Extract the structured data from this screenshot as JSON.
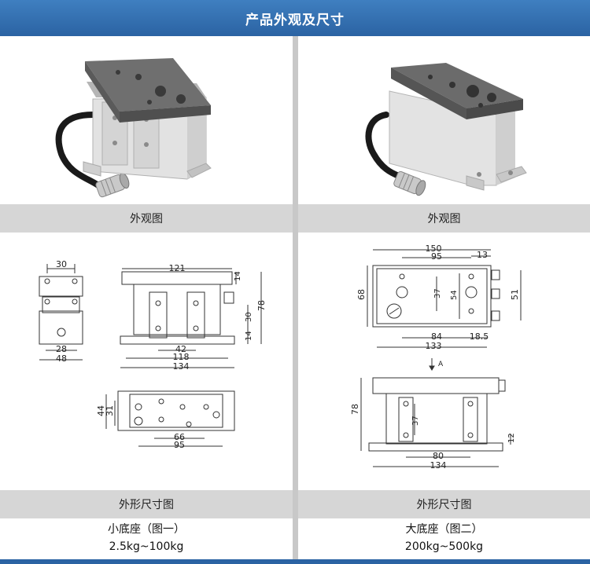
{
  "header": {
    "title": "产品外观及尺寸"
  },
  "left": {
    "appearance_label": "外观图",
    "drawing_label": "外形尺寸图",
    "caption_model": "小底座（图一）",
    "caption_range": "2.5kg~100kg",
    "dims": {
      "w30": "30",
      "w28": "28",
      "w48": "48",
      "w121": "121",
      "h14a": "14",
      "h30": "30",
      "h14b": "14",
      "h78": "78",
      "w42": "42",
      "w118": "118",
      "w134": "134",
      "h44": "44",
      "h31": "31",
      "w66": "66",
      "w95": "95"
    }
  },
  "right": {
    "appearance_label": "外观图",
    "drawing_label": "外形尺寸图",
    "caption_model": "大底座（图二）",
    "caption_range": "200kg~500kg",
    "dims": {
      "w150": "150",
      "w95": "95",
      "w13": "13",
      "h68": "68",
      "h37a": "37",
      "h54": "54",
      "h51": "51",
      "w84": "84",
      "w18_5": "18.5",
      "w133": "133",
      "arrow_a": "A",
      "h78": "78",
      "h37b": "37",
      "h12": "12",
      "w80": "80",
      "w134": "134"
    }
  },
  "colors": {
    "brand_blue": "#2b63a3",
    "band_gray": "#d6d6d6",
    "divider_gray": "#c8c8c8"
  }
}
